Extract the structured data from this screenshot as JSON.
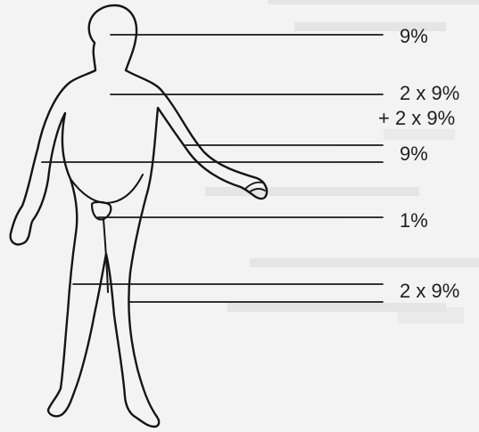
{
  "figure": {
    "labels": {
      "head": "9%",
      "front_trunk": "2 x 9%",
      "back_trunk": "+ 2 x 9%",
      "arm": "9%",
      "genital": "1%",
      "legs": "2 x 9%"
    }
  }
}
